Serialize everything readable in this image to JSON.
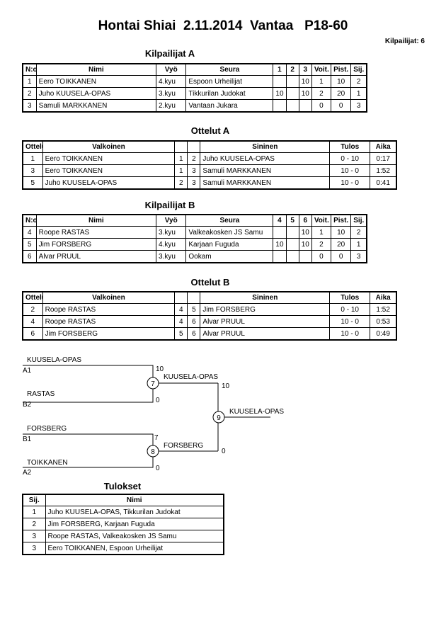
{
  "header": {
    "title": "Hontai Shiai  2.11.2014  Vantaa   P18-60",
    "competitors_count": "Kilpailijat: 6"
  },
  "pool_a": {
    "title": "Kilpailijat A",
    "headers": [
      "N:o",
      "Nimi",
      "Vyö",
      "Seura",
      "1",
      "2",
      "3",
      "Voit.",
      "Pist.",
      "Sij."
    ],
    "rows": [
      [
        "1",
        "Eero TOIKKANEN",
        "4.kyu",
        "Espoon Urheilijat",
        "",
        "",
        "10",
        "1",
        "10",
        "2"
      ],
      [
        "2",
        "Juho KUUSELA-OPAS",
        "3.kyu",
        "Tikkurilan Judokat",
        "10",
        "",
        "10",
        "2",
        "20",
        "1"
      ],
      [
        "3",
        "Samuli MARKKANEN",
        "2.kyu",
        "Vantaan Jukara",
        "",
        "",
        "",
        "0",
        "0",
        "3"
      ]
    ]
  },
  "matches_a": {
    "title": "Ottelut A",
    "headers": [
      "Ottelu",
      "Valkoinen",
      "",
      "",
      "Sininen",
      "Tulos",
      "Aika"
    ],
    "rows": [
      [
        "1",
        "Eero TOIKKANEN",
        "1",
        "2",
        "Juho KUUSELA-OPAS",
        "0 - 10",
        "0:17"
      ],
      [
        "3",
        "Eero TOIKKANEN",
        "1",
        "3",
        "Samuli MARKKANEN",
        "10 - 0",
        "1:52"
      ],
      [
        "5",
        "Juho KUUSELA-OPAS",
        "2",
        "3",
        "Samuli MARKKANEN",
        "10 - 0",
        "0:41"
      ]
    ]
  },
  "pool_b": {
    "title": "Kilpailijat B",
    "headers": [
      "N:o",
      "Nimi",
      "Vyö",
      "Seura",
      "4",
      "5",
      "6",
      "Voit.",
      "Pist.",
      "Sij."
    ],
    "rows": [
      [
        "4",
        "Roope RASTAS",
        "3.kyu",
        "Valkeakosken JS Samu",
        "",
        "",
        "10",
        "1",
        "10",
        "2"
      ],
      [
        "5",
        "Jim FORSBERG",
        "4.kyu",
        "Karjaan Fuguda",
        "10",
        "",
        "10",
        "2",
        "20",
        "1"
      ],
      [
        "6",
        "Alvar PRUUL",
        "3.kyu",
        "Ookam",
        "",
        "",
        "",
        "0",
        "0",
        "3"
      ]
    ]
  },
  "matches_b": {
    "title": "Ottelut B",
    "headers": [
      "Ottelu",
      "Valkoinen",
      "",
      "",
      "Sininen",
      "Tulos",
      "Aika"
    ],
    "rows": [
      [
        "2",
        "Roope RASTAS",
        "4",
        "5",
        "Jim FORSBERG",
        "0 - 10",
        "1:52"
      ],
      [
        "4",
        "Roope RASTAS",
        "4",
        "6",
        "Alvar PRUUL",
        "10 - 0",
        "0:53"
      ],
      [
        "6",
        "Jim FORSBERG",
        "5",
        "6",
        "Alvar PRUUL",
        "10 - 0",
        "0:49"
      ]
    ]
  },
  "bracket": {
    "semi1_top_name": "KUUSELA-OPAS",
    "semi1_top_seed": "A1",
    "semi1_top_score": "10",
    "semi1_bot_name": "RASTAS",
    "semi1_bot_seed": "B2",
    "semi1_bot_score": "0",
    "semi1_no": "7",
    "semi1_winner": "KUUSELA-OPAS",
    "semi1_winner_score": "10",
    "semi2_top_name": "FORSBERG",
    "semi2_top_seed": "B1",
    "semi2_top_score": "7",
    "semi2_bot_name": "TOIKKANEN",
    "semi2_bot_seed": "A2",
    "semi2_bot_score": "0",
    "semi2_no": "8",
    "semi2_winner": "FORSBERG",
    "semi2_winner_score": "0",
    "final_no": "9",
    "final_winner": "KUUSELA-OPAS"
  },
  "results": {
    "title": "Tulokset",
    "headers": [
      "Sij.",
      "Nimi"
    ],
    "rows": [
      [
        "1",
        "Juho KUUSELA-OPAS, Tikkurilan Judokat"
      ],
      [
        "2",
        "Jim FORSBERG, Karjaan Fuguda"
      ],
      [
        "3",
        "Roope RASTAS, Valkeakosken JS Samu"
      ],
      [
        "3",
        "Eero TOIKKANEN, Espoon Urheilijat"
      ]
    ]
  }
}
